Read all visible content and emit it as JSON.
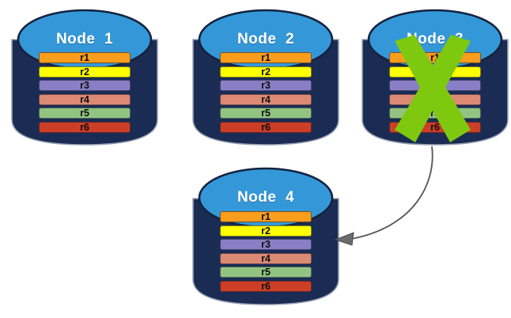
{
  "diagram": {
    "title_visible": false,
    "background_color": "#ffffff",
    "node_body_color": "#1b2c54",
    "node_top_color": "#3498d8",
    "node_outline_color": "#101c38",
    "failure_mark_color": "#7ec90f",
    "arrow_color": "#5a5a5a",
    "row_labels": [
      "r1",
      "r2",
      "r3",
      "r4",
      "r5",
      "r6"
    ],
    "row_colors": [
      "#f99d1c",
      "#ffff00",
      "#8a7fc6",
      "#dd8a74",
      "#93c383",
      "#cc3f26"
    ],
    "nodes": [
      {
        "id": "node-1",
        "title": "Node  1",
        "failed": false,
        "rows": [
          "r1",
          "r2",
          "r3",
          "r4",
          "r5",
          "r6"
        ]
      },
      {
        "id": "node-2",
        "title": "Node  2",
        "failed": false,
        "rows": [
          "r1",
          "r2",
          "r3",
          "r4",
          "r5",
          "r6"
        ]
      },
      {
        "id": "node-3",
        "title": "Node  3",
        "failed": true,
        "rows": [
          "r1",
          "r2",
          "r3",
          "r4",
          "r5",
          "r6"
        ]
      },
      {
        "id": "node-4",
        "title": "Node  4",
        "failed": false,
        "rows": [
          "r1",
          "r2",
          "r3",
          "r4",
          "r5",
          "r6"
        ]
      }
    ],
    "annotations": {
      "failure_mark": "x-mark-over-node-3",
      "recovery_arrow": "node-3-to-node-4"
    }
  }
}
